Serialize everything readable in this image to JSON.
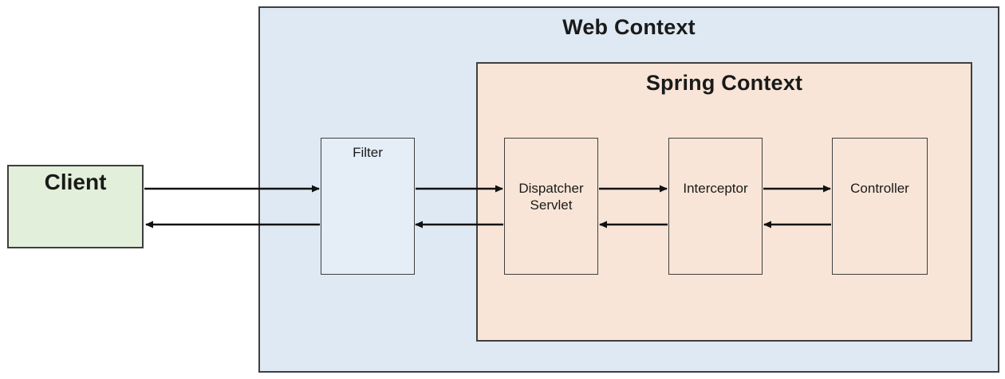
{
  "web_context": {
    "title": "Web Context"
  },
  "spring_context": {
    "title": "Spring Context"
  },
  "client": {
    "label": "Client"
  },
  "nodes": {
    "filter": {
      "label": "Filter"
    },
    "dispatcher_servlet": {
      "line1": "Dispatcher",
      "line2": "Servlet"
    },
    "interceptor": {
      "label": "Interceptor"
    },
    "controller": {
      "label": "Controller"
    }
  },
  "flow": {
    "request_path": [
      "Client",
      "Filter",
      "Dispatcher Servlet",
      "Interceptor",
      "Controller"
    ],
    "response_path": [
      "Controller",
      "Interceptor",
      "Dispatcher Servlet",
      "Filter",
      "Client"
    ]
  },
  "colors": {
    "canvas_bg": "#ffffff",
    "web_context_fill": "#dfe9f4",
    "spring_context_fill": "#f8e5d7",
    "client_fill": "#e2efda",
    "filter_fill": "#e5edf7",
    "inner_box_fill": "#f8e5d7",
    "border": "#3f3f3f",
    "arrow": "#111111",
    "text": "#1a1a1a"
  }
}
